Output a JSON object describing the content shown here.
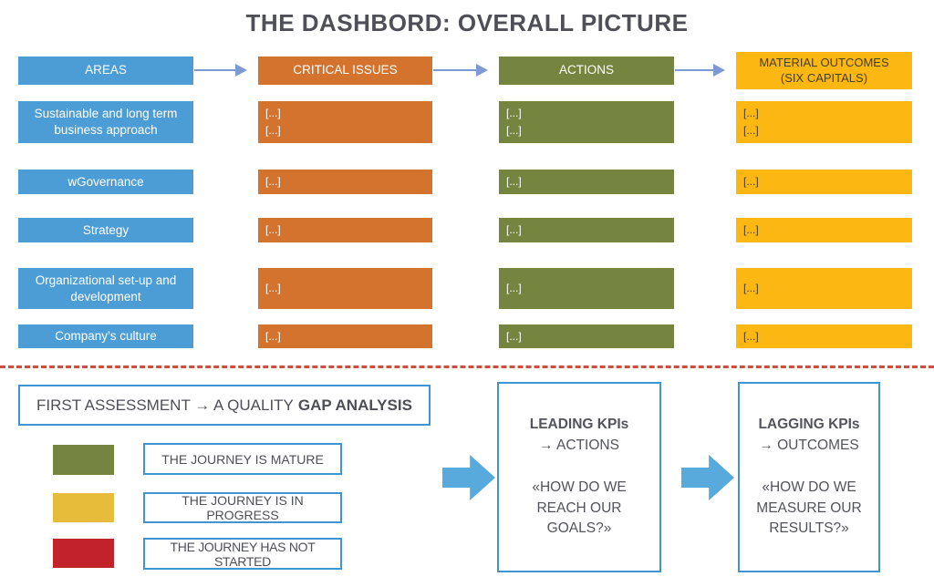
{
  "title": "THE DASHBORD: OVERALL PICTURE",
  "colors": {
    "areas_blue": "#4C9DD6",
    "critical_issues_orange": "#D4732D",
    "actions_green": "#75843E",
    "outcomes_gold": "#FDB712",
    "legend_green": "#75843E",
    "legend_yellow": "#E8BC3B",
    "legend_red": "#C2232B",
    "divider_red": "#CD4C44",
    "block_arrow_blue": "#58A9DC",
    "connector_blue": "#7E9AD3",
    "box_border_blue": "#3F94D3",
    "text_dark": "#4E4F57"
  },
  "table": {
    "headers": [
      {
        "label": "AREAS"
      },
      {
        "label": "CRITICAL ISSUES"
      },
      {
        "label": "ACTIONS"
      },
      {
        "label": "MATERIAL OUTCOMES\n(SIX CAPITALS)"
      }
    ],
    "rows": [
      {
        "area": "Sustainable and long term business approach",
        "critical_issues": [
          "[...]",
          "[...]"
        ],
        "actions": [
          "[...]",
          "[...]"
        ],
        "material_outcomes": [
          "[...]",
          "[...]"
        ]
      },
      {
        "area": "wGovernance",
        "critical_issues": [
          "[...]"
        ],
        "actions": [
          "[...]"
        ],
        "material_outcomes": [
          "[...]"
        ]
      },
      {
        "area": "Strategy",
        "critical_issues": [
          "[...]"
        ],
        "actions": [
          "[...]"
        ],
        "material_outcomes": [
          "[...]"
        ]
      },
      {
        "area": "Organizational set-up and development",
        "critical_issues": [
          "[...]"
        ],
        "actions": [
          "[...]"
        ],
        "material_outcomes": [
          "[...]"
        ]
      },
      {
        "area": "Company’s culture",
        "critical_issues": [
          "[...]"
        ],
        "actions": [
          "[...]"
        ],
        "material_outcomes": [
          "[...]"
        ]
      }
    ]
  },
  "assessment": {
    "prefix": "FIRST ASSESSMENT → A QUALITY",
    "bold": "GAP ANALYSIS"
  },
  "legend": [
    {
      "color": "#75843E",
      "label": "THE JOURNEY IS MATURE"
    },
    {
      "color": "#E8BC3B",
      "label": "THE JOURNEY IS IN PROGRESS"
    },
    {
      "color": "#C2232B",
      "label": "THE JOURNEY HAS NOT STARTED"
    }
  ],
  "kpi_boxes": [
    {
      "title": "LEADING KPIs",
      "subtitle": "→ ACTIONS",
      "question": "«HOW DO WE\nREACH OUR\nGOALS?»"
    },
    {
      "title": "LAGGING KPIs",
      "subtitle": "→ OUTCOMES",
      "question": "«HOW DO WE\nMEASURE OUR\nRESULTS?»"
    }
  ]
}
